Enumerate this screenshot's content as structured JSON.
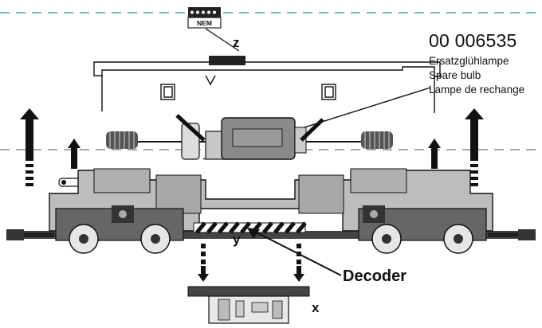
{
  "spare_bulb": {
    "part_number": "00 006535",
    "desc_de": "Ersatzglühlampe",
    "desc_en": "Spare bulb",
    "desc_fr": "Lampe de rechange"
  },
  "labels": {
    "nem": "NEM",
    "z": "z",
    "y": "y",
    "x": "x",
    "decoder": "Decoder"
  },
  "colors": {
    "line": "#111111",
    "guide_dashed": "#2f9e57",
    "body_grey": "#bdbdbd",
    "motor_grey": "#8a8a8a",
    "dark": "#333333"
  }
}
